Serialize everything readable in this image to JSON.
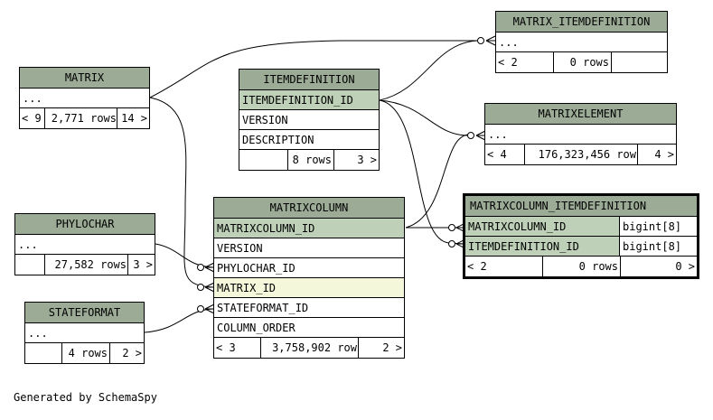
{
  "tables": {
    "matrix_itemdefinition": {
      "name": "MATRIX_ITEMDEFINITION",
      "rows": [
        "..."
      ],
      "footer": {
        "parents": "< 2",
        "rows": "0 rows",
        "children": ""
      }
    },
    "matrix": {
      "name": "MATRIX",
      "rows": [
        "..."
      ],
      "footer": {
        "parents": "< 9",
        "rows": "2,771 rows",
        "children": "14 >"
      }
    },
    "itemdefinition": {
      "name": "ITEMDEFINITION",
      "rows": [
        "ITEMDEFINITION_ID",
        "VERSION",
        "DESCRIPTION"
      ],
      "footer": {
        "parents": "",
        "rows": "8 rows",
        "children": "3 >"
      }
    },
    "matrixelement": {
      "name": "MATRIXELEMENT",
      "rows": [
        "..."
      ],
      "footer": {
        "parents": "< 4",
        "rows": "176,323,456 row",
        "children": "4 >"
      }
    },
    "matrixcolumn_itemdefinition": {
      "name": "MATRIXCOLUMN_ITEMDEFINITION",
      "columns": [
        {
          "name": "MATRIXCOLUMN_ID",
          "type": "bigint[8]"
        },
        {
          "name": "ITEMDEFINITION_ID",
          "type": "bigint[8]"
        }
      ],
      "footer": {
        "parents": "< 2",
        "rows": "0 rows",
        "children": "0 >"
      }
    },
    "phylochar": {
      "name": "PHYLOCHAR",
      "rows": [
        "..."
      ],
      "footer": {
        "parents": "",
        "rows": "27,582 rows",
        "children": "3 >"
      }
    },
    "matrixcolumn": {
      "name": "MATRIXCOLUMN",
      "rows": [
        "MATRIXCOLUMN_ID",
        "VERSION",
        "PHYLOCHAR_ID",
        "MATRIX_ID",
        "STATEFORMAT_ID",
        "COLUMN_ORDER"
      ],
      "footer": {
        "parents": "< 3",
        "rows": "3,758,902 row",
        "children": "2 >"
      }
    },
    "stateformat": {
      "name": "STATEFORMAT",
      "rows": [
        "..."
      ],
      "footer": {
        "parents": "",
        "rows": "4 rows",
        "children": "2 >"
      }
    }
  },
  "footer_text": "Generated by SchemaSpy",
  "colors": {
    "header": "#9bab96",
    "primary_key": "#bed1b8",
    "highlight": "#f4f7da",
    "line": "#000000"
  }
}
